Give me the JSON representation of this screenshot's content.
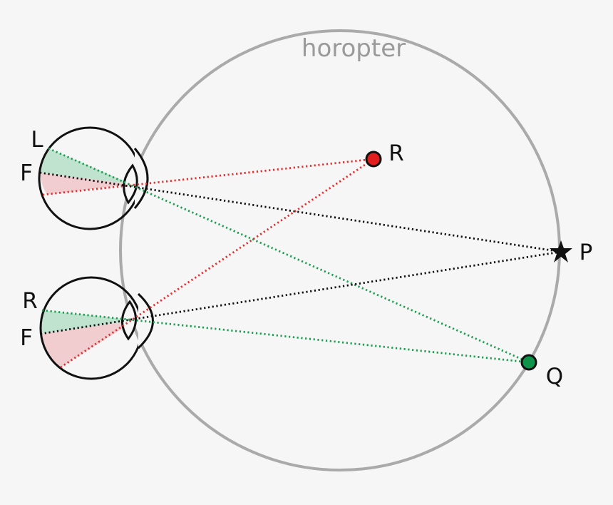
{
  "labels": {
    "horopter": "horopter",
    "left_eye_top": "L",
    "left_eye_fovea": "F",
    "right_eye_top": "R",
    "right_eye_fovea": "F",
    "point_r": "R",
    "point_p": "P",
    "point_q": "Q"
  },
  "colors": {
    "background": "#f6f6f6",
    "horopter_circle": "#aaaaaa",
    "red_line": "#e03030",
    "green_line": "#1a9e50",
    "black_line": "#111111",
    "red_point": "#e21d1d",
    "green_point": "#0d9448",
    "red_wedge": "#f2cdd0",
    "green_wedge": "#bfe3cf"
  },
  "icons": {
    "point_p": "star-icon",
    "point_r": "circle-icon",
    "point_q": "circle-icon"
  }
}
